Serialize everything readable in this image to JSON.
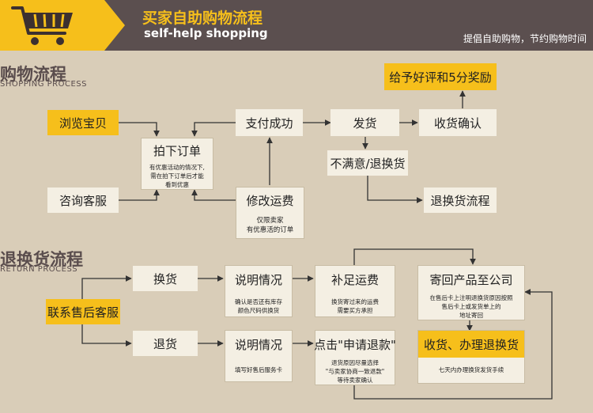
{
  "header": {
    "title": "买家自助购物流程",
    "subtitle": "self-help shopping",
    "slogan": "提倡自助购物，节约购物时间"
  },
  "shopping": {
    "title": "购物流程",
    "subtitle": "SHOPPING PROCESS",
    "browse": "浏览宝贝",
    "consult": "咨询客服",
    "order": "拍下订单",
    "order_note": [
      "有优惠活动的情况下,",
      "需在拍下订单后才能",
      "看到优惠"
    ],
    "pay": "支付成功",
    "edit_price": "修改运费",
    "edit_note": [
      "仅限卖家",
      "有优惠活的订单"
    ],
    "ship": "发货",
    "receive": "收货确认",
    "review": "给予好评和5分奖励",
    "unhappy": "不满意/退换货",
    "return_flow": "退换货流程"
  },
  "returns": {
    "title": "退换货流程",
    "subtitle": "RETURN PROCESS",
    "contact": "联系售后客服",
    "exchange": "换货",
    "refund": "退货",
    "explain1": "说明情况",
    "explain1_note": [
      "确认是否还有库存",
      "颜色尺码供换货"
    ],
    "explain2": "说明情况",
    "explain2_note": [
      "填写好售后服务卡"
    ],
    "shipping_fee": "补足运费",
    "shipping_fee_note": [
      "换货寄过来的运费",
      "需要买方承担"
    ],
    "apply_refund": "点击\"申请退款\"",
    "apply_note": [
      "退货原因尽量选择",
      "\"与卖家协商一致退款\"",
      "等待卖家确认"
    ],
    "send_back": "寄回产品至公司",
    "send_back_note": [
      "在售后卡上注明退换货原因按照",
      "售后卡上或发货单上的",
      "地址寄回"
    ],
    "refund_done": "收货、办理退换货",
    "refund_done_note": [
      "七天内办理换货发货手续"
    ]
  },
  "colors": {
    "accent": "#f6bf1b",
    "header_bg": "#5b4f4f",
    "page_bg": "#d9cdb8",
    "box_bg": "#f4efe3"
  },
  "icons": [
    "shopping-cart-icon"
  ]
}
